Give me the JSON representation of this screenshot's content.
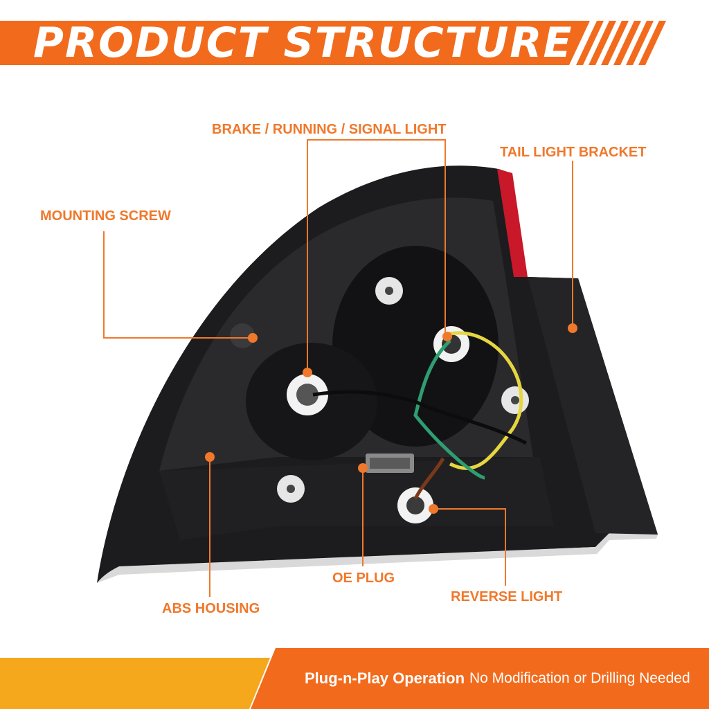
{
  "header": {
    "title": "PRODUCT STRUCTURE"
  },
  "callouts": {
    "brake_running_signal": "BRAKE / RUNNING / SIGNAL LIGHT",
    "tail_light_bracket": "TAIL LIGHT BRACKET",
    "mounting_screw": "MOUNTING SCREW",
    "abs_housing": "ABS HOUSING",
    "oe_plug": "OE PLUG",
    "reverse_light": "REVERSE LIGHT"
  },
  "footer": {
    "feature": "Plug-n-Play Operation",
    "note": "No Modification or Drilling Needed"
  },
  "colors": {
    "accent_orange": "#f0782b",
    "banner_orange": "#f26b1d",
    "footer_yellow": "#f5a81c",
    "housing_dark": "#1c1c1e"
  }
}
